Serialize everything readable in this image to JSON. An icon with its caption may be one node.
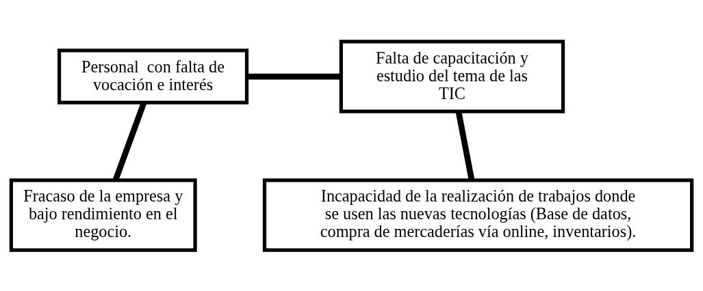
{
  "diagram": {
    "nodes": [
      {
        "text": [
          "Personal  con falta de vocación e interés"
        ]
      },
      {
        "text": [
          "Falta de capacitación y estudio del tema de las TIC"
        ]
      },
      {
        "text": [
          "Fracaso de la empresa y bajo rendimiento en el negocio."
        ]
      },
      {
        "text": [
          "Incapacidad de la realización de trabajos donde se usen las nuevas tecnologías (Base de datos, compra de mercaderías vía online, inventarios)."
        ]
      }
    ],
    "edges": [
      {
        "from": 0,
        "to": 1,
        "arrow": "none"
      },
      {
        "from": 0,
        "to": 2,
        "arrow": "none"
      },
      {
        "from": 1,
        "to": 3,
        "arrow": "none"
      }
    ]
  }
}
